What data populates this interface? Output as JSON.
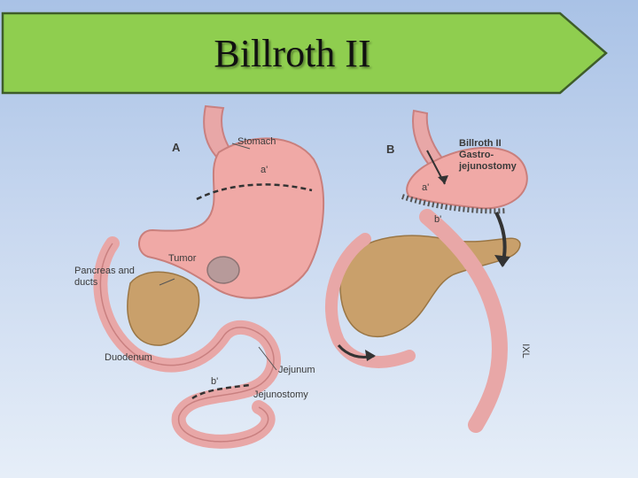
{
  "slide": {
    "title": "Billroth II",
    "banner_color": "#8fce4f"
  },
  "diagram": {
    "panel_a": {
      "letter": "A",
      "stomach": "Stomach",
      "cut_a": "a'",
      "tumor": "Tumor",
      "pancreas": "Pancreas and ducts",
      "duodenum": "Duodenum",
      "jejunum": "Jejunum",
      "cut_b": "b'",
      "jejunostomy": "Jejunostomy"
    },
    "panel_b": {
      "letter": "B",
      "procedure": "Billroth II Gastro-jejunostomy",
      "cut_a": "a'",
      "cut_b": "b'",
      "signature": "IXL"
    }
  }
}
